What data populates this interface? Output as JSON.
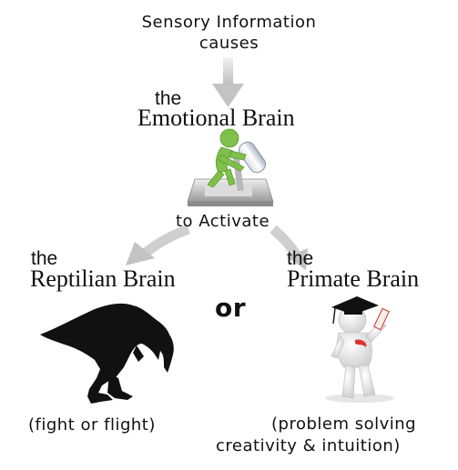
{
  "top": {
    "line1": "Sensory Information",
    "line2": "causes"
  },
  "center": {
    "the": "the",
    "title": "Emotional Brain",
    "activate": "to Activate"
  },
  "left": {
    "the": "the",
    "title": "Reptilian Brain",
    "caption": "(fight or flight)"
  },
  "or": "or",
  "right": {
    "the": "the",
    "title": "Primate Brain",
    "caption1": "(problem solving",
    "caption2": "creativity & intuition)"
  },
  "icons": [
    "treadmill-figure-icon",
    "dinosaur-silhouette-icon",
    "graduate-figure-icon"
  ],
  "colors": {
    "arrow": "#c9c9c9",
    "figure_green": "#7fc04a",
    "figure_white": "#f2f2f2",
    "dino": "#111111"
  }
}
